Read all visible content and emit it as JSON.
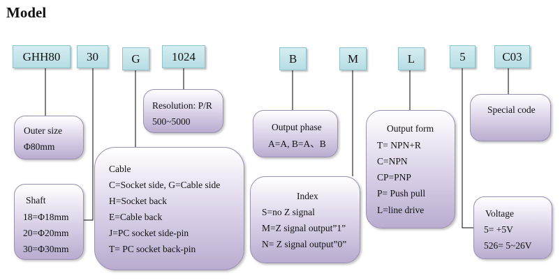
{
  "title": "Model",
  "codes": [
    "GHH80",
    "30",
    "G",
    "1024",
    "B",
    "M",
    "L",
    "5",
    "C03"
  ],
  "resolution": {
    "line1": "Resolution: P/R",
    "line2": "500~5000"
  },
  "outer_size": {
    "line1": "Outer size",
    "line2": "Φ80mm"
  },
  "shaft": {
    "title": "Shaft",
    "lines": [
      "18=Φ18mm",
      "20=Φ20mm",
      "30=Φ30mm"
    ]
  },
  "cable": {
    "title": "Cable",
    "lines": [
      "C=Socket side, G=Cable side",
      "H=Socket back",
      "E=Cable back",
      "J=PC socket side-pin",
      "T= PC socket back-pin"
    ]
  },
  "output_phase": {
    "title": "Output phase",
    "line": "A=A, B=A、B"
  },
  "index": {
    "title": "Index",
    "lines": [
      "S=no Z signal",
      "M=Z signal output”1”",
      "N= Z signal output”0”"
    ]
  },
  "output_form": {
    "title": "Output form",
    "lines": [
      "T= NPN+R",
      "C=NPN",
      "CP=PNP",
      "P= Push pull",
      "L=line drive"
    ]
  },
  "special_code": {
    "title": "Special code"
  },
  "voltage": {
    "title": "Voltage",
    "lines": [
      "5= +5V",
      "526= 5~26V"
    ]
  }
}
